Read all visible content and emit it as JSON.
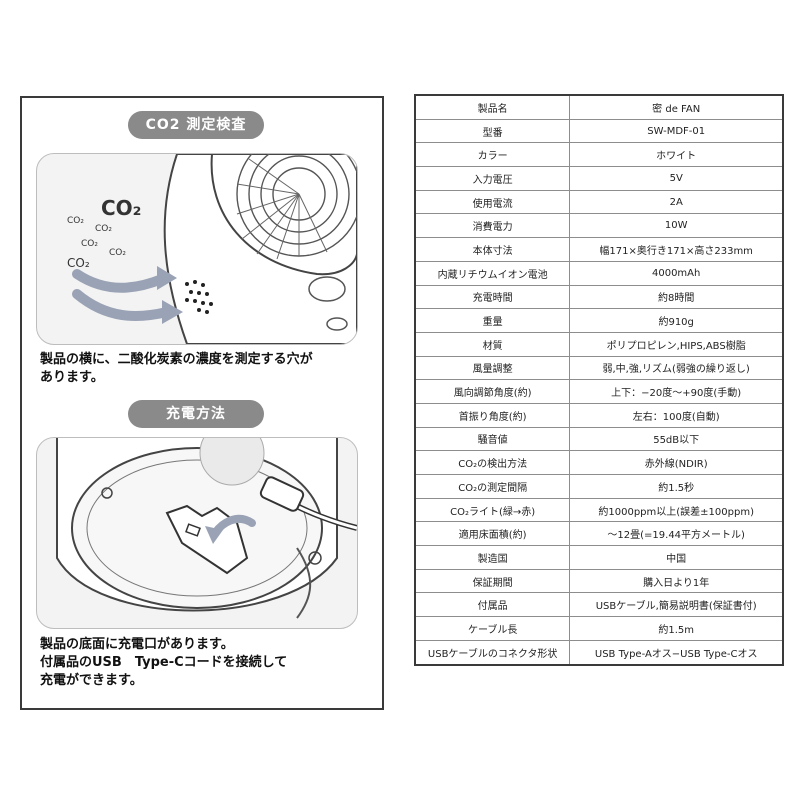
{
  "left": {
    "co2_section": {
      "title": "CO2 測定検査",
      "illustration_labels": [
        "CO₂",
        "CO₂",
        "CO₂",
        "CO₂",
        "CO₂",
        "CO₂"
      ],
      "caption_lines": [
        "製品の横に、二酸化炭素の濃度を測定する穴が",
        "あります。"
      ]
    },
    "charge_section": {
      "title": "充電方法",
      "caption_lines": [
        "製品の底面に充電口があります。",
        "付属品のUSB　Type-Cコードを接続して",
        "充電ができます。"
      ]
    }
  },
  "specs": {
    "rows": [
      {
        "label": "製品名",
        "value": "密 de FAN"
      },
      {
        "label": "型番",
        "value": "SW-MDF-01"
      },
      {
        "label": "カラー",
        "value": "ホワイト"
      },
      {
        "label": "入力電圧",
        "value": "5V"
      },
      {
        "label": "使用電流",
        "value": "2A"
      },
      {
        "label": "消費電力",
        "value": "10W"
      },
      {
        "label": "本体寸法",
        "value": "幅171×奥行き171×高さ233mm"
      },
      {
        "label": "内蔵リチウムイオン電池",
        "value": "4000mAh"
      },
      {
        "label": "充電時間",
        "value": "約8時間"
      },
      {
        "label": "重量",
        "value": "約910g"
      },
      {
        "label": "材質",
        "value": "ポリプロピレン,HIPS,ABS樹脂"
      },
      {
        "label": "風量調整",
        "value": "弱,中,強,リズム(弱強の繰り返し)"
      },
      {
        "label": "風向調節角度(約)",
        "value": "上下：−20度〜+90度(手動)"
      },
      {
        "label": "首振り角度(約)",
        "value": "左右：100度(自動)"
      },
      {
        "label": "騒音値",
        "value": "55dB以下"
      },
      {
        "label": "CO₂の検出方法",
        "value": "赤外線(NDIR)"
      },
      {
        "label": "CO₂の測定間隔",
        "value": "約1.5秒"
      },
      {
        "label": "CO₂ライト(緑→赤)",
        "value": "約1000ppm以上(誤差±100ppm)"
      },
      {
        "label": "適用床面積(約)",
        "value": "〜12畳(=19.44平方メートル)"
      },
      {
        "label": "製造国",
        "value": "中国"
      },
      {
        "label": "保証期間",
        "value": "購入日より1年"
      },
      {
        "label": "付属品",
        "value": "USBケーブル,簡易説明書(保証書付)"
      },
      {
        "label": "ケーブル長",
        "value": "約1.5m"
      },
      {
        "label": "USBケーブルのコネクタ形状",
        "value": "USB Type-Aオス−USB Type-Cオス"
      }
    ]
  }
}
